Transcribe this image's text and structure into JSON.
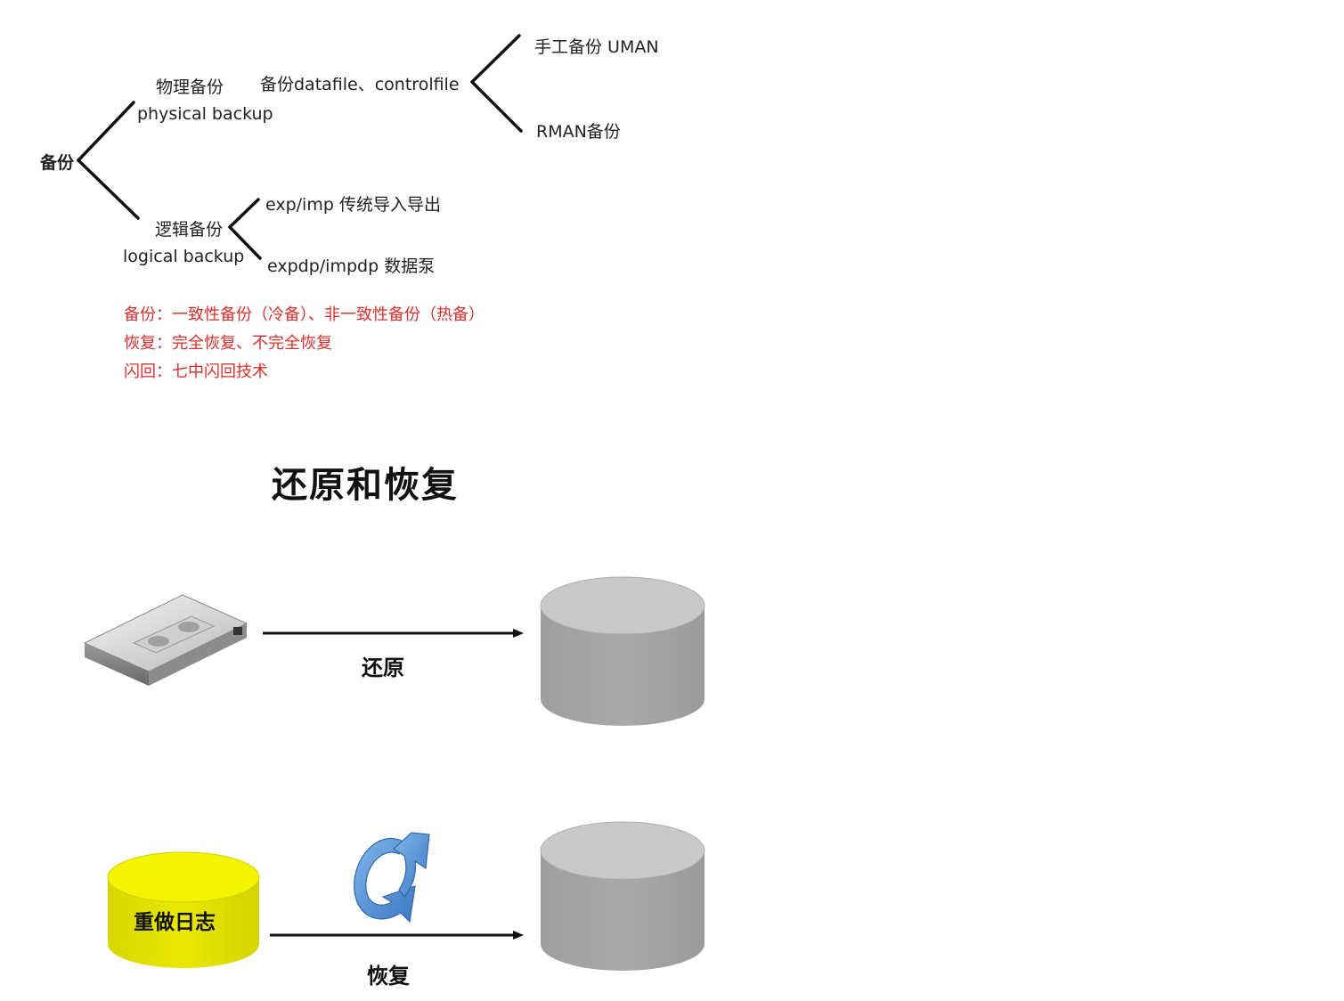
{
  "mindmap": {
    "root": "备份",
    "physical": {
      "label_cn": "物理备份",
      "label_en": "physical backup",
      "detail": "备份datafile、controlfile",
      "children": [
        "手工备份 UMAN",
        "RMAN备份"
      ]
    },
    "logical": {
      "label_cn": "逻辑备份",
      "label_en": "logical backup",
      "children": [
        "exp/imp 传统导入导出",
        "expdp/impdp 数据泵"
      ]
    }
  },
  "notes": [
    "备份：一致性备份（冷备）、非一致性备份（热备）",
    "恢复：完全恢复、不完全恢复",
    "闪回：七中闪回技术"
  ],
  "diagram": {
    "title": "还原和恢复",
    "restore_label": "还原",
    "recover_label": "恢复",
    "redo_log_label": "重做日志",
    "icons": [
      "tape-cartridge-icon",
      "database-cylinder-icon",
      "redo-log-cylinder-icon",
      "refresh-arrow-icon"
    ]
  },
  "colors": {
    "notes_text": "#d9302c",
    "database": "#a8a8a8",
    "redo_log": "#e6e600",
    "refresh_arrow": "#4a8fd6"
  }
}
